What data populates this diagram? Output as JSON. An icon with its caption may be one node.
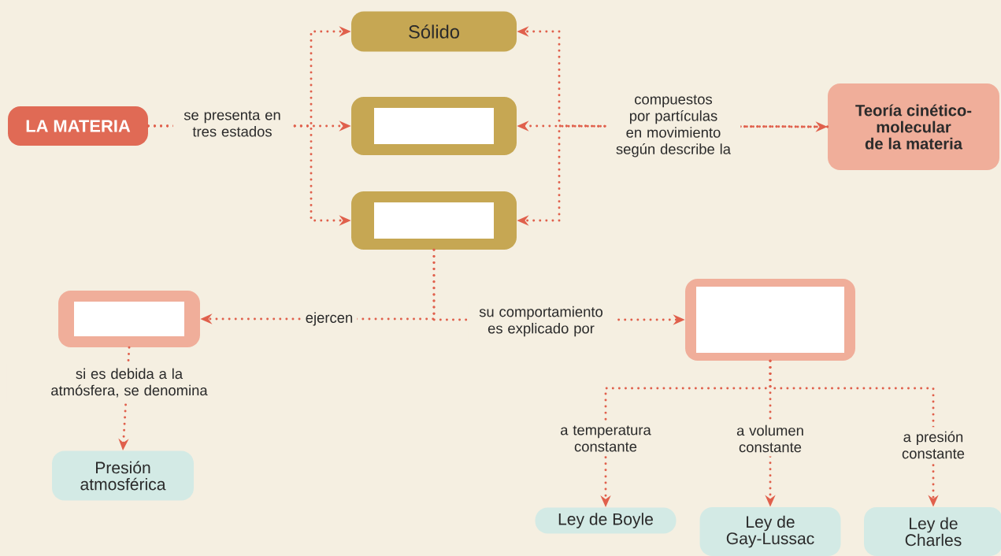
{
  "diagram": {
    "nodes": [
      {
        "text": [
          "LA MATERIA"
        ]
      },
      {
        "text": [
          "Sólido"
        ]
      },
      {
        "text": [],
        "shape": "box"
      },
      {
        "text": [],
        "shape": "box"
      },
      {
        "text": [
          "Teoría cinético-molecular de la materia"
        ]
      },
      {
        "text": [],
        "shape": "box"
      },
      {
        "text": [],
        "shape": "box"
      },
      {
        "text": [
          "Presión atmosférica"
        ]
      },
      {
        "text": [
          "Ley de Boyle"
        ]
      },
      {
        "text": [
          "Ley de Gay-Lussac"
        ]
      },
      {
        "text": [
          "Ley de Charles"
        ]
      }
    ],
    "edges": [
      {
        "from": 0,
        "to": 1,
        "arrow": "to"
      },
      {
        "from": 0,
        "to": 2,
        "arrow": "to",
        "label": "se presenta en tres estados"
      },
      {
        "from": 0,
        "to": 3,
        "arrow": "to"
      },
      {
        "from": 4,
        "to": 1,
        "arrow": "to"
      },
      {
        "from": 2,
        "to": 4,
        "arrow": "both",
        "label": "compuestos por partículas en movimiento según describe la"
      },
      {
        "from": 4,
        "to": 3,
        "arrow": "to"
      },
      {
        "from": 3,
        "to": 5,
        "arrow": "to",
        "label": "ejercen"
      },
      {
        "from": 3,
        "to": 6,
        "arrow": "to",
        "label": "su comportamiento es explicado por"
      },
      {
        "from": 5,
        "to": 7,
        "arrow": "to",
        "label": "si es debida a la atmósfera, se denomina"
      },
      {
        "from": 6,
        "to": 8,
        "arrow": "to",
        "label": "a temperatura constante"
      },
      {
        "from": 6,
        "to": 9,
        "arrow": "to",
        "label": "a volumen constante"
      },
      {
        "from": 6,
        "to": 10,
        "arrow": "to",
        "label": "a presión constante"
      }
    ]
  }
}
